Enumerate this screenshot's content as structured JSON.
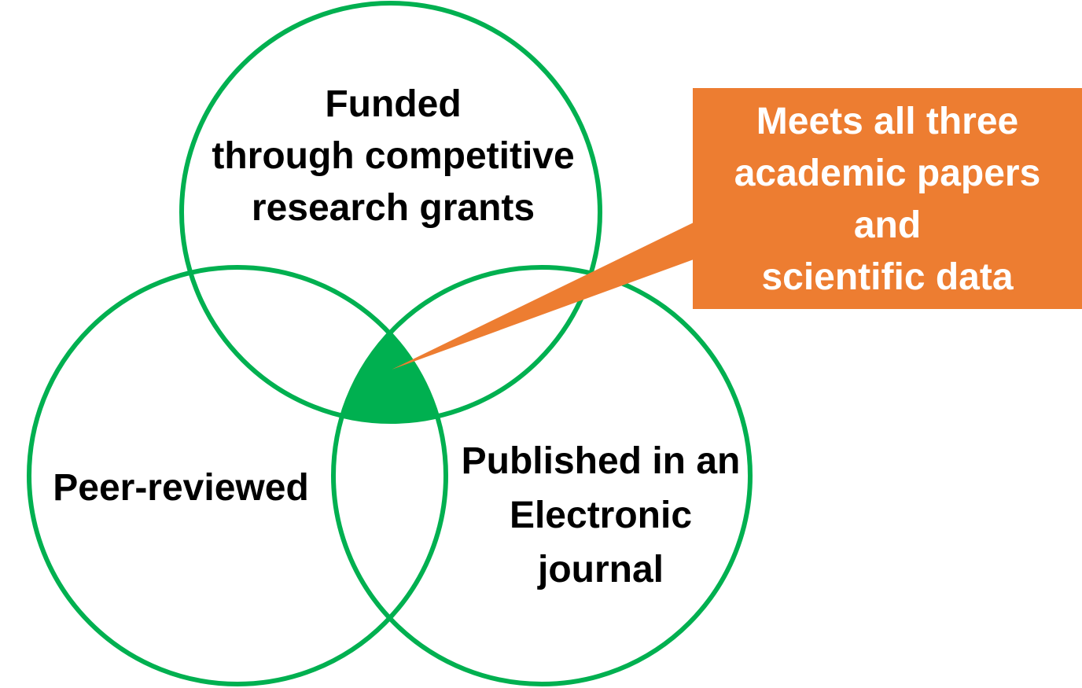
{
  "colors": {
    "circle_stroke": "#00B050",
    "intersection_fill": "#00B050",
    "callout_fill": "#ED7D31",
    "callout_text": "#FFFFFF",
    "label_text": "#000000",
    "background": "#FFFFFF"
  },
  "sets": [
    {
      "id": "top",
      "lines": [
        "Funded",
        "through competitive",
        "research grants"
      ]
    },
    {
      "id": "left",
      "lines": [
        "Peer-reviewed"
      ]
    },
    {
      "id": "right",
      "lines": [
        "Published in an",
        "Electronic",
        "journal"
      ]
    }
  ],
  "callout": {
    "lines": [
      "Meets all three",
      "academic papers",
      "and",
      "scientific data"
    ],
    "points_to": "intersection of all three sets"
  }
}
